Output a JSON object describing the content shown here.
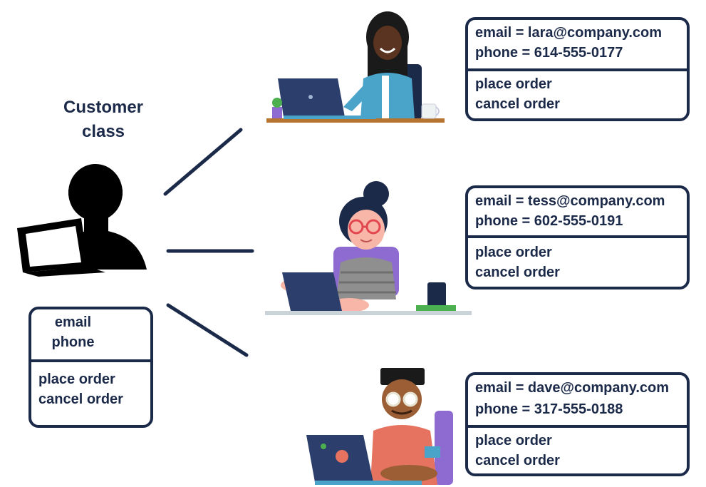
{
  "class_title": [
    "Customer",
    "class"
  ],
  "class_box": {
    "attributes": [
      "email",
      "phone"
    ],
    "methods": [
      "place order",
      "cancel order"
    ]
  },
  "instances": [
    {
      "email_line": "email = lara@company.com",
      "phone_line": "phone = 614-555-0177",
      "methods": [
        "place order",
        "cancel order"
      ]
    },
    {
      "email_line": "email = tess@company.com",
      "phone_line": "phone = 602-555-0191",
      "methods": [
        "place order",
        "cancel order"
      ]
    },
    {
      "email_line": "email = dave@company.com",
      "phone_line": "phone = 317-555-0188",
      "methods": [
        "place order",
        "cancel order"
      ]
    }
  ],
  "colors": {
    "navy": "#1c2a4a",
    "laptop": "#2c3e6b",
    "lara_top": "#4aa3c9",
    "tess_top": "#8f8f8f",
    "tess_glasses": "#e2474f",
    "dave_top": "#e5735f",
    "skin_dark": "#5a3420",
    "skin_light": "#f7b6a8",
    "skin_mid": "#9b5e35"
  },
  "icons": [
    "customer-silhouette-icon",
    "lara-illustration",
    "tess-illustration",
    "dave-illustration"
  ]
}
